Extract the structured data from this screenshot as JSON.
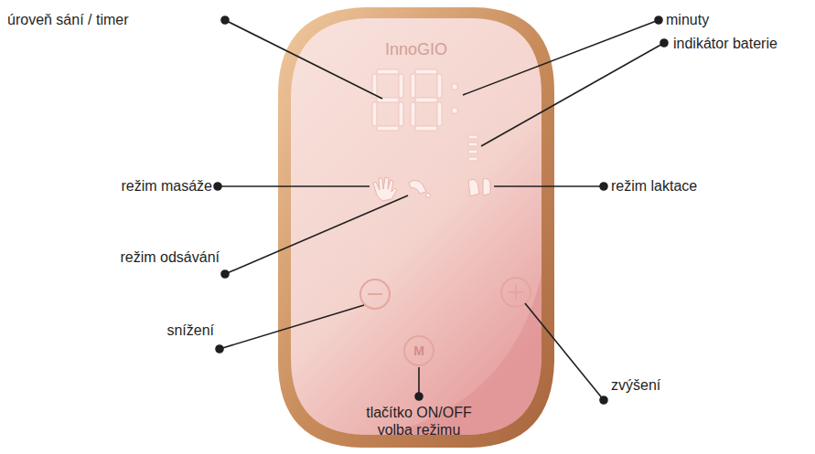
{
  "diagram": {
    "labels": [
      "úroveň sání / timer",
      "minuty",
      "indikátor baterie",
      "režim masáže",
      "režim laktace",
      "režim odsávání",
      "snížení",
      "zvýšení",
      "tlačítko ON/OFF volba režimu",
      "InnoGIO",
      "M"
    ]
  }
}
